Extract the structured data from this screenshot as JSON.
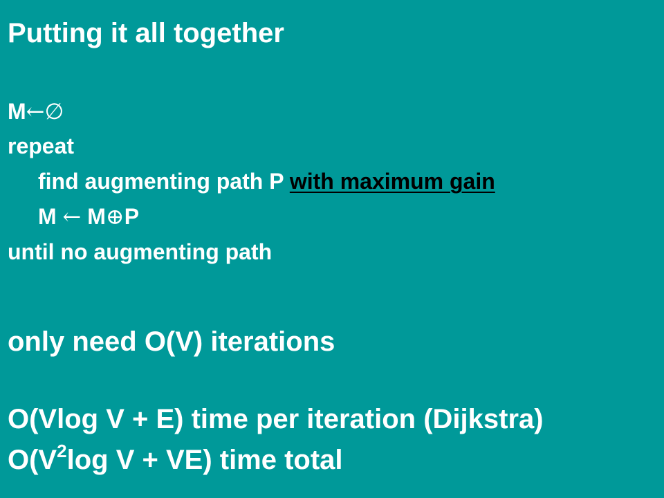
{
  "title": "Putting it all together",
  "algorithm": {
    "init_lhs": "M",
    "init_arrow": "←",
    "init_rhs": "∅",
    "repeat": "repeat",
    "find_text": "find augmenting path P ",
    "find_highlight": "with maximum gain",
    "update_lhs": "M ",
    "update_arrow": "←",
    "update_rhs_m": " M",
    "update_op": "⊕",
    "update_rhs_p": "P",
    "until": "until no augmenting path"
  },
  "iterations": "only need O(V) iterations",
  "per_iteration": "O(Vlog V + E) time per iteration (Dijkstra)",
  "total": {
    "prefix": "O(V",
    "exponent": "2",
    "suffix": "log V + VE) time total"
  },
  "colors": {
    "background": "#009999",
    "text": "#ffffff",
    "highlight": "#000000"
  }
}
